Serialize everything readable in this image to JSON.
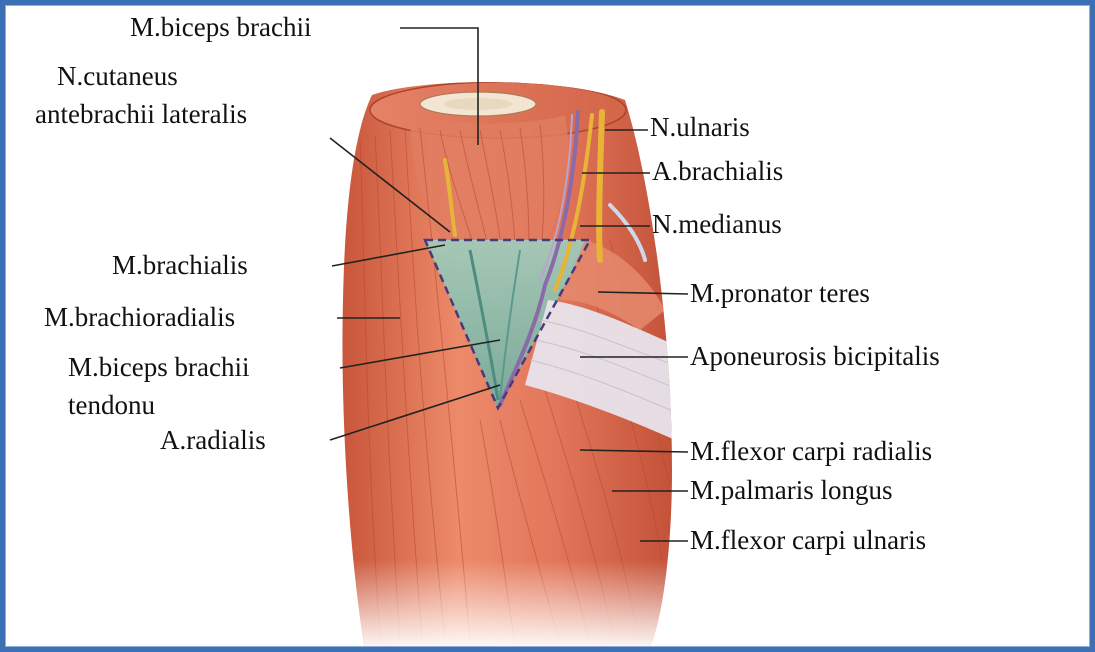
{
  "labels": {
    "biceps_brachii": "M.biceps brachii",
    "n_cutaneus_line1": "N.cutaneus",
    "n_cutaneus_line2": "antebrachii lateralis",
    "m_brachialis": "M.brachialis",
    "m_brachioradialis": "M.brachioradialis",
    "biceps_tendon_line1": "M.biceps brachii",
    "biceps_tendon_line2": "tendonu",
    "a_radialis": "A.radialis",
    "n_ulnaris": "N.ulnaris",
    "a_brachialis": "A.brachialis",
    "n_medianus": "N.medianus",
    "m_pronator_teres": "M.pronator teres",
    "aponeurosis_bicipitalis": "Aponeurosis bicipitalis",
    "m_flexor_carpi_radialis": "M.flexor carpi radialis",
    "m_palmaris_longus": "M.palmaris longus",
    "m_flexor_carpi_ulnaris": "M.flexor carpi ulnaris"
  },
  "colors": {
    "frame": "#3d6fb5",
    "muscle": "#d9694a",
    "muscle_light": "#ee9a7c",
    "muscle_dark": "#b5452e",
    "fossa_fill": "#8fc3b6",
    "nerve": "#e8b437",
    "artery": "#8b6aa8",
    "aponeurosis": "#e6e2ea",
    "leader_line": "#222222",
    "dashed_triangle": "#4a3a7a"
  }
}
